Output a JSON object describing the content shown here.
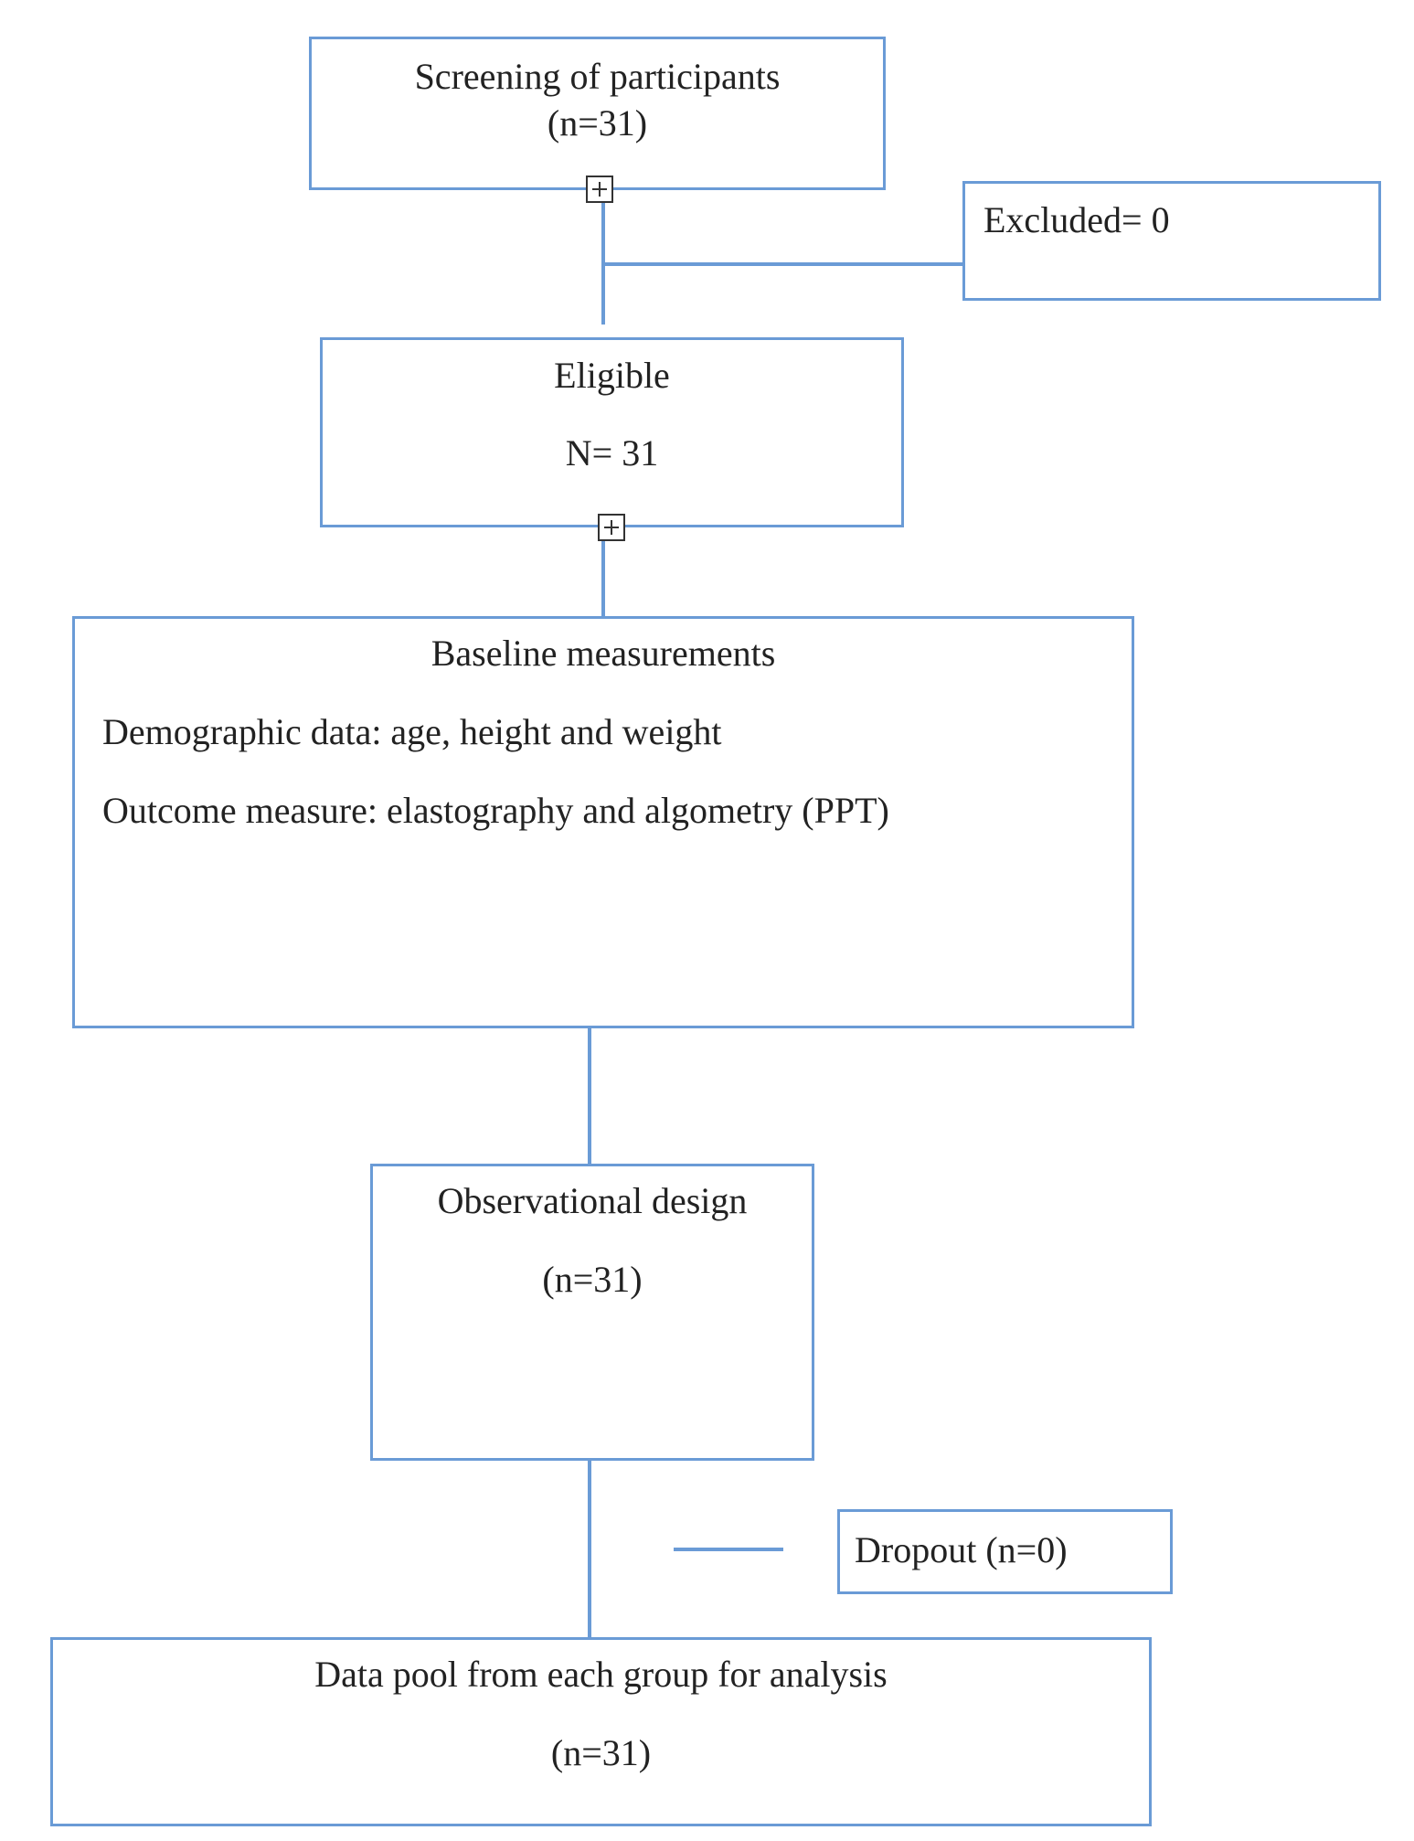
{
  "colors": {
    "box_border": "#6a9bd6",
    "connector": "#6a9bd6",
    "text": "#222222"
  },
  "nodes": {
    "screening": {
      "title": "Screening of participants",
      "count": "(n=31)"
    },
    "excluded": {
      "label": "Excluded= 0"
    },
    "eligible": {
      "title": "Eligible",
      "count": "N= 31"
    },
    "baseline": {
      "title": "Baseline measurements",
      "demographic": "Demographic data: age, height and weight",
      "outcome": "Outcome measure: elastography and algometry (PPT)"
    },
    "observational": {
      "title": "Observational design",
      "count": "(n=31)"
    },
    "dropout": {
      "label": "Dropout (n=0)"
    },
    "datapool": {
      "title": "Data pool from each group for analysis",
      "count": "(n=31)"
    }
  },
  "icons": {
    "expand": "plus-square-icon"
  }
}
